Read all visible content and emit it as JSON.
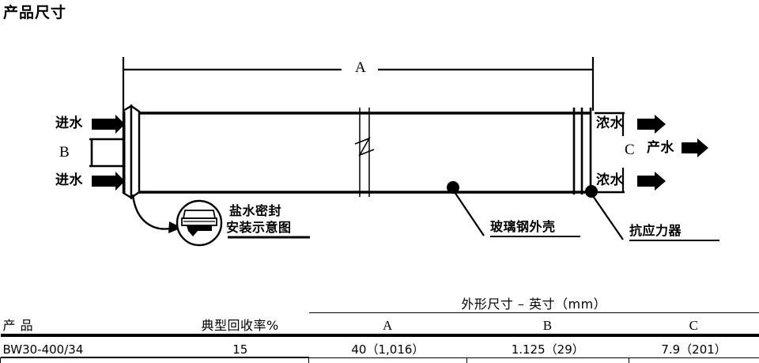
{
  "page": {
    "title": "产品尺寸"
  },
  "diagram": {
    "dimension_a_label": "A",
    "dimension_b_label": "B",
    "dimension_c_label": "C",
    "feed_top_label": "进水",
    "feed_bottom_label": "进水",
    "concentrate_top_label": "浓水",
    "concentrate_bottom_label": "浓水",
    "permeate_label": "产水",
    "seal_note_line1": "盐水密封",
    "seal_note_line2": "安装示意图",
    "callout_shell_label": "玻璃钢外壳",
    "callout_atd_label": "抗应力器",
    "line_color": "#000000",
    "fill_color": "#ffffff"
  },
  "table": {
    "span_header": "外形尺寸 – 英寸（mm）",
    "headers": {
      "product": "产  品",
      "recovery": "典型回收率%",
      "dim_a": "A",
      "dim_b": "B",
      "dim_c": "C"
    },
    "rows": [
      {
        "product": "BW30-400/34",
        "recovery": "15",
        "dim_a": "40（1,016）",
        "dim_b": "1.125（29）",
        "dim_c": "7.9（201）"
      }
    ]
  }
}
